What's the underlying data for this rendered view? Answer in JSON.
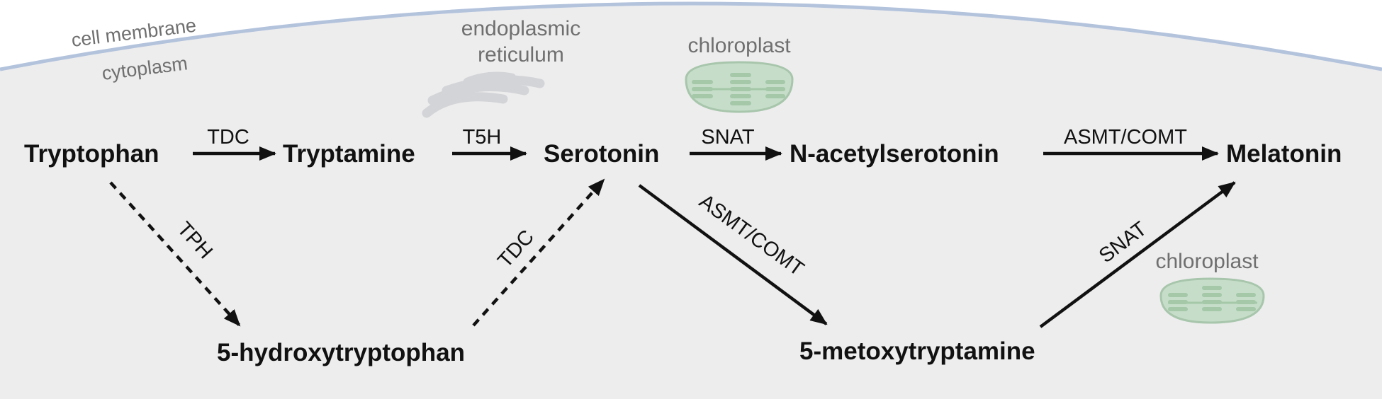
{
  "regions": {
    "membrane_label": "cell membrane",
    "cytoplasm_label": "cytoplasm"
  },
  "organelles": {
    "er_label_line1": "endoplasmic",
    "er_label_line2": "reticulum",
    "chloroplast_top_label": "chloroplast",
    "chloroplast_bottom_label": "chloroplast"
  },
  "compounds": {
    "tryptophan": "Tryptophan",
    "tryptamine": "Tryptamine",
    "serotonin": "Serotonin",
    "n_acetylserotonin": "N-acetylserotonin",
    "melatonin": "Melatonin",
    "hydroxytryptophan": "5-hydroxytryptophan",
    "metoxytryptamine": "5-metoxytryptamine"
  },
  "enzymes": {
    "tryptophan_to_tryptamine": "TDC",
    "tryptamine_to_serotonin": "T5H",
    "serotonin_to_n_acetylserotonin": "SNAT",
    "n_acetylserotonin_to_melatonin": "ASMT/COMT",
    "tryptophan_to_hydroxytryptophan": "TPH",
    "hydroxytryptophan_to_serotonin": "TDC",
    "serotonin_to_metoxytryptamine": "ASMT/COMT",
    "metoxytryptamine_to_melatonin": "SNAT"
  },
  "colors": {
    "cytoplasm": "#ededee",
    "membrane": "#b3c3dc",
    "chloroplast": "#c6dec9",
    "text": "#111111"
  }
}
